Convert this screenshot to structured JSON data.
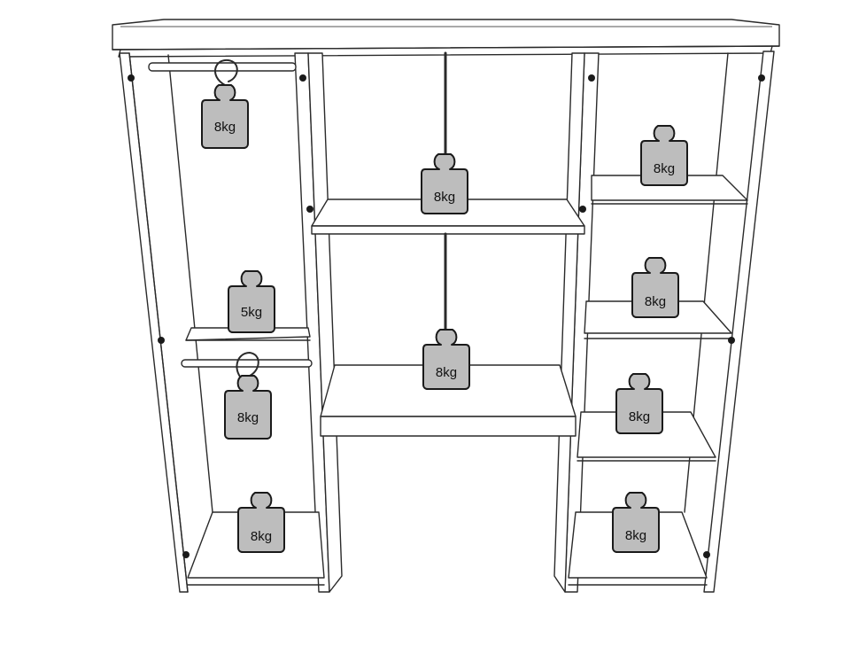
{
  "load_labels": {
    "left_top_rail": "8kg",
    "left_middle_shelf": "5kg",
    "left_lower_rail": "8kg",
    "left_bottom_floor": "8kg",
    "center_top_rod": "8kg",
    "center_lower_rod": "8kg",
    "right_shelf_1": "8kg",
    "right_shelf_2": "8kg",
    "right_shelf_3": "8kg",
    "right_bottom_floor": "8kg"
  },
  "colors": {
    "line": "#2a2a2a",
    "weight_fill": "#bdbdbd",
    "background": "#ffffff"
  }
}
